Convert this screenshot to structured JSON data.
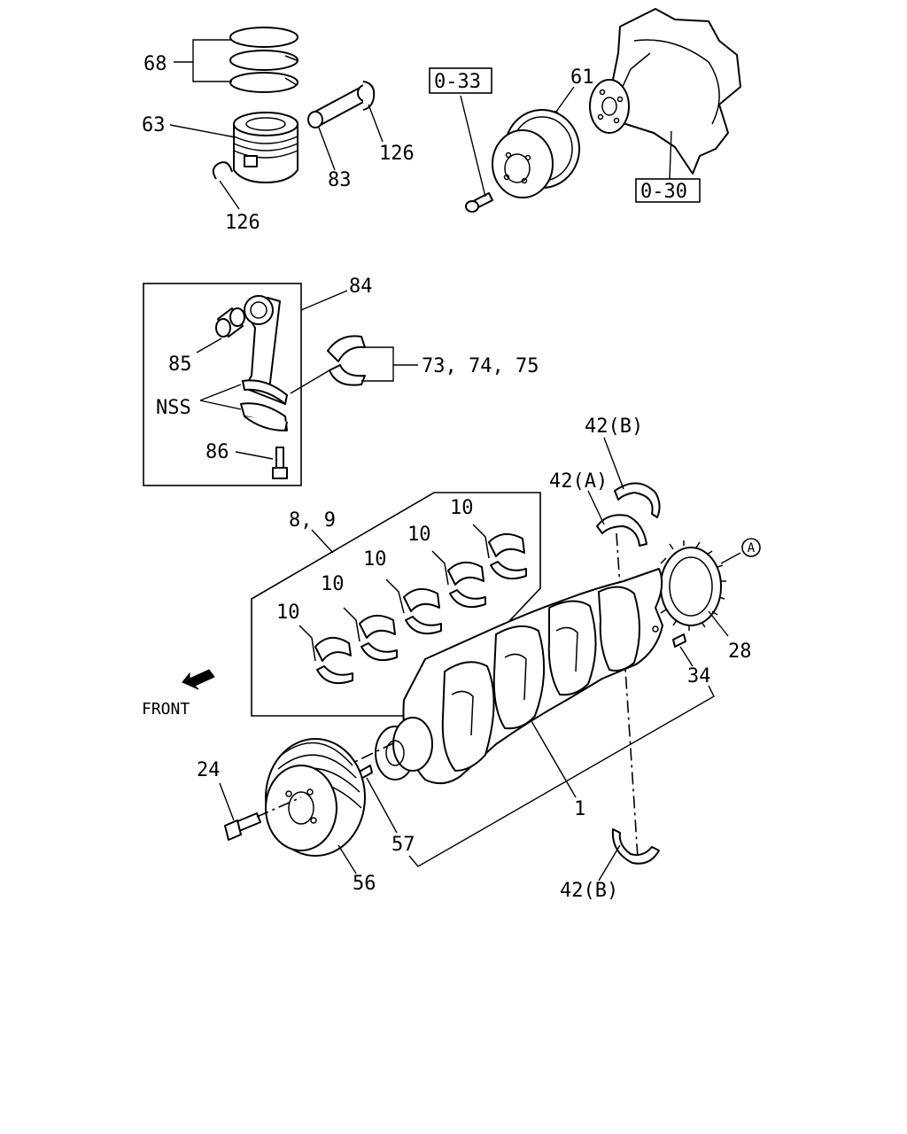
{
  "callouts": {
    "piston_rings": "68",
    "piston": "63",
    "piston_pin": "83",
    "snap_ring_right": "126",
    "snap_ring_left": "126",
    "ref_bolt": "0-33",
    "fan_pulley": "61",
    "ref_water_pump": "0-30",
    "connecting_rod": "84",
    "bushing": "85",
    "rod_bearing": "73, 74, 75",
    "nss": "NSS",
    "rod_bolt": "86",
    "thrust_washer_top": "42(B)",
    "thrust_washer_a": "42(A)",
    "main_bearing_set": "8, 9",
    "main_bearing_1": "10",
    "main_bearing_2": "10",
    "main_bearing_3": "10",
    "main_bearing_4": "10",
    "main_bearing_5": "10",
    "detail_ref": "A",
    "timing_gear": "28",
    "pin": "34",
    "crankshaft": "1",
    "front": "FRONT",
    "pulley_bolt": "24",
    "key": "57",
    "crank_pulley": "56",
    "thrust_washer_bottom": "42(B)"
  }
}
